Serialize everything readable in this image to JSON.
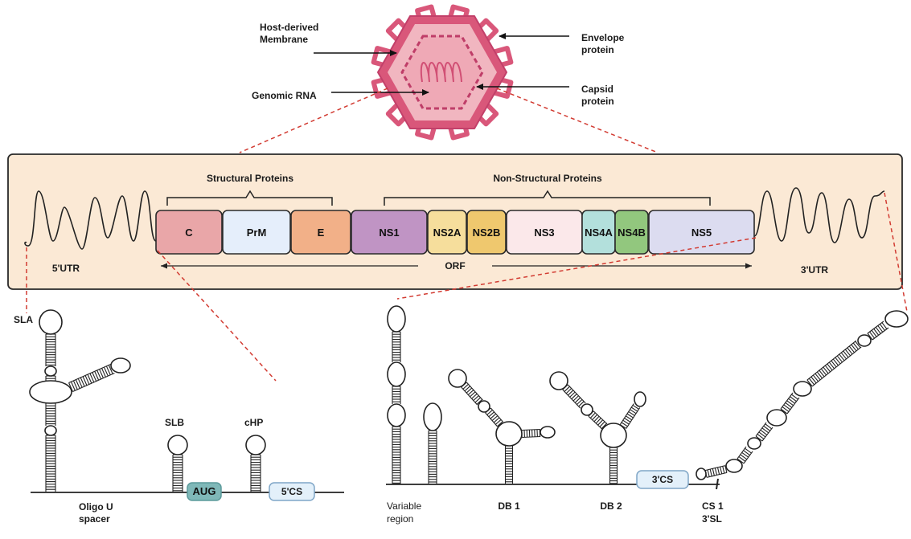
{
  "virion": {
    "labels": {
      "host_membrane": [
        "Host-derived",
        "Membrane"
      ],
      "genomic_rna": "Genomic RNA",
      "envelope": [
        "Envelope",
        "protein"
      ],
      "capsid": [
        "Capsid",
        "protein"
      ]
    }
  },
  "genome": {
    "structural_title": "Structural Proteins",
    "nonstructural_title": "Non-Structural Proteins",
    "utr5": "5'UTR",
    "utr3": "3'UTR",
    "orf": "ORF",
    "segments": [
      {
        "id": "C",
        "label": "C",
        "color": "#e9a6a8"
      },
      {
        "id": "PrM",
        "label": "PrM",
        "color": "#e5eefb"
      },
      {
        "id": "E",
        "label": "E",
        "color": "#f2b088"
      },
      {
        "id": "NS1",
        "label": "NS1",
        "color": "#c094c4"
      },
      {
        "id": "NS2A",
        "label": "NS2A",
        "color": "#f6de9c"
      },
      {
        "id": "NS2B",
        "label": "NS2B",
        "color": "#efc86e"
      },
      {
        "id": "NS3",
        "label": "NS3",
        "color": "#fbe8ea"
      },
      {
        "id": "NS4A",
        "label": "NS4A",
        "color": "#b3e0dc"
      },
      {
        "id": "NS4B",
        "label": "NS4B",
        "color": "#92c77e"
      },
      {
        "id": "NS5",
        "label": "NS5",
        "color": "#dcdcf0"
      }
    ]
  },
  "utr5_structure": {
    "sla": "SLA",
    "slb": "SLB",
    "chp": "cHP",
    "aug": "AUG",
    "cs5": "5'CS",
    "oligo": [
      "Oligo U",
      "spacer"
    ]
  },
  "utr3_structure": {
    "variable": [
      "Variable",
      "region"
    ],
    "db1": "DB 1",
    "db2": "DB 2",
    "cs3": "3'CS",
    "cs1": [
      "CS 1",
      "3'SL"
    ]
  },
  "colors": {
    "panel_bg": "#fbe9d5",
    "virus_outer": "#d9577a",
    "virus_inner": "#f1b6c0",
    "guide_red": "#d23b32",
    "aug_fill": "#7fb8b8",
    "cs_fill": "#e3f0fa"
  }
}
